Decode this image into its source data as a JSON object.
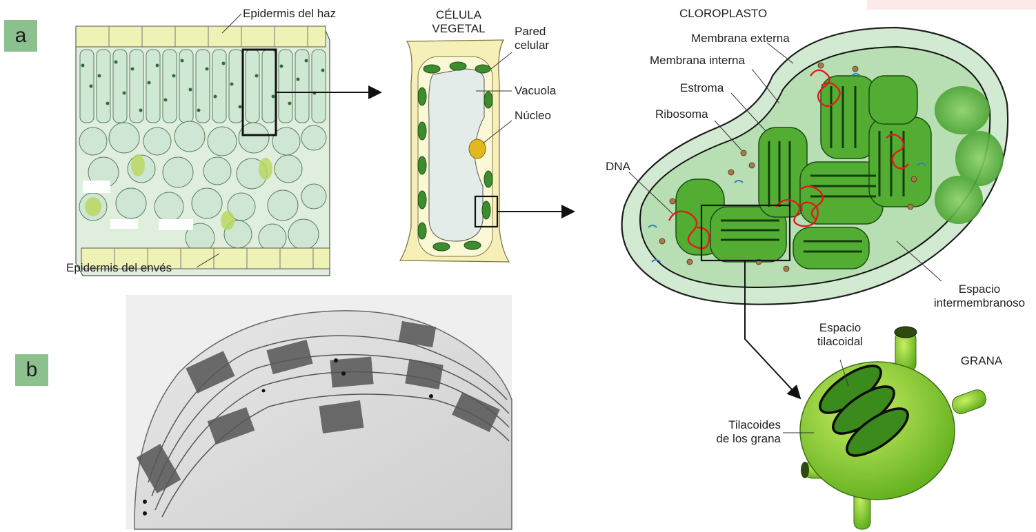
{
  "panels": {
    "a": "a",
    "b": "b"
  },
  "leaf": {
    "upper_epidermis": "Epidermis del haz",
    "lower_epidermis": "Epidermis del envés"
  },
  "cell": {
    "title_line1": "CÉLULA",
    "title_line2": "VEGETAL",
    "wall_line1": "Pared",
    "wall_line2": "celular",
    "vacuole": "Vacuola",
    "nucleus": "Núcleo"
  },
  "chloroplast": {
    "title": "CLOROPLASTO",
    "outer_membrane": "Membrana externa",
    "inner_membrane": "Membrana interna",
    "stroma": "Estroma",
    "ribosome": "Ribosoma",
    "dna": "DNA",
    "intermembrane_line1": "Espacio",
    "intermembrane_line2": "intermembranoso"
  },
  "granum": {
    "title": "GRANA",
    "thylakoid_space_line1": "Espacio",
    "thylakoid_space_line2": "tilacoidal",
    "thylakoids_line1": "Tilacoides",
    "thylakoids_line2": "de los grana"
  },
  "colors": {
    "badge": "#8dc08f",
    "chloroplast_green": "#4aa52e",
    "cell_wall": "#f6f0b8",
    "vacuole": "#e3ece8",
    "dna_red": "#e01b1b",
    "micrograph": "#d9d9d9"
  }
}
